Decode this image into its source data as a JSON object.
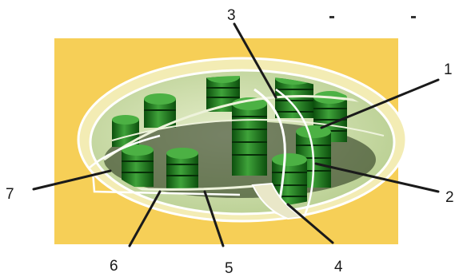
{
  "labels": {
    "l1": "1",
    "l2": "2",
    "l3": "3",
    "l4": "4",
    "l5": "5",
    "l6": "6",
    "l7": "7"
  },
  "colors": {
    "background_panel": "#f6cf57",
    "envelope": "#f3ecb4",
    "stroma": "#c9d9a8",
    "grana_dark": "#0f5e10",
    "grana_light": "#3fa33a",
    "leader_lines": "#1a1a1a"
  }
}
